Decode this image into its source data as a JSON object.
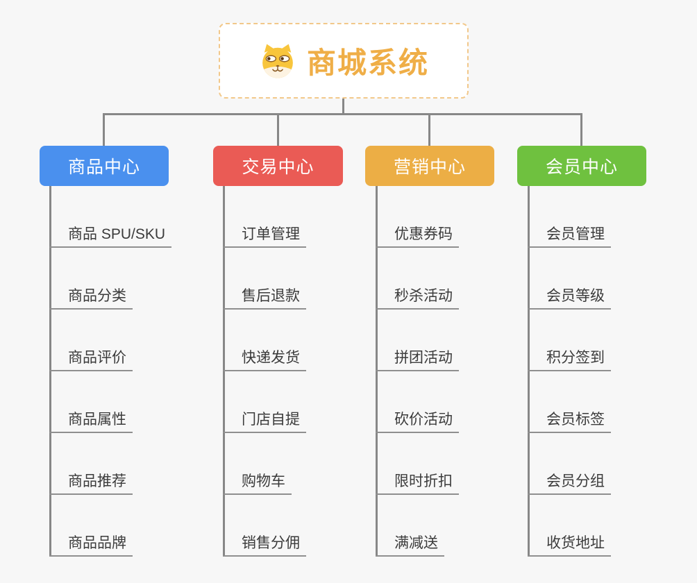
{
  "root": {
    "title": "商城系统",
    "icon": "doge-face-icon",
    "title_color": "#efae47",
    "border_color": "#f2c88a"
  },
  "line_color": "#878787",
  "branches": [
    {
      "label": "商品中心",
      "color": "#4a90ee",
      "items": [
        "商品 SPU/SKU",
        "商品分类",
        "商品评价",
        "商品属性",
        "商品推荐",
        "商品品牌"
      ]
    },
    {
      "label": "交易中心",
      "color": "#ea5b55",
      "items": [
        "订单管理",
        "售后退款",
        "快递发货",
        "门店自提",
        "购物车",
        "销售分佣"
      ]
    },
    {
      "label": "营销中心",
      "color": "#ecae45",
      "items": [
        "优惠券码",
        "秒杀活动",
        "拼团活动",
        "砍价活动",
        "限时折扣",
        "满减送"
      ]
    },
    {
      "label": "会员中心",
      "color": "#6fc13f",
      "items": [
        "会员管理",
        "会员等级",
        "积分签到",
        "会员标签",
        "会员分组",
        "收货地址"
      ]
    }
  ]
}
